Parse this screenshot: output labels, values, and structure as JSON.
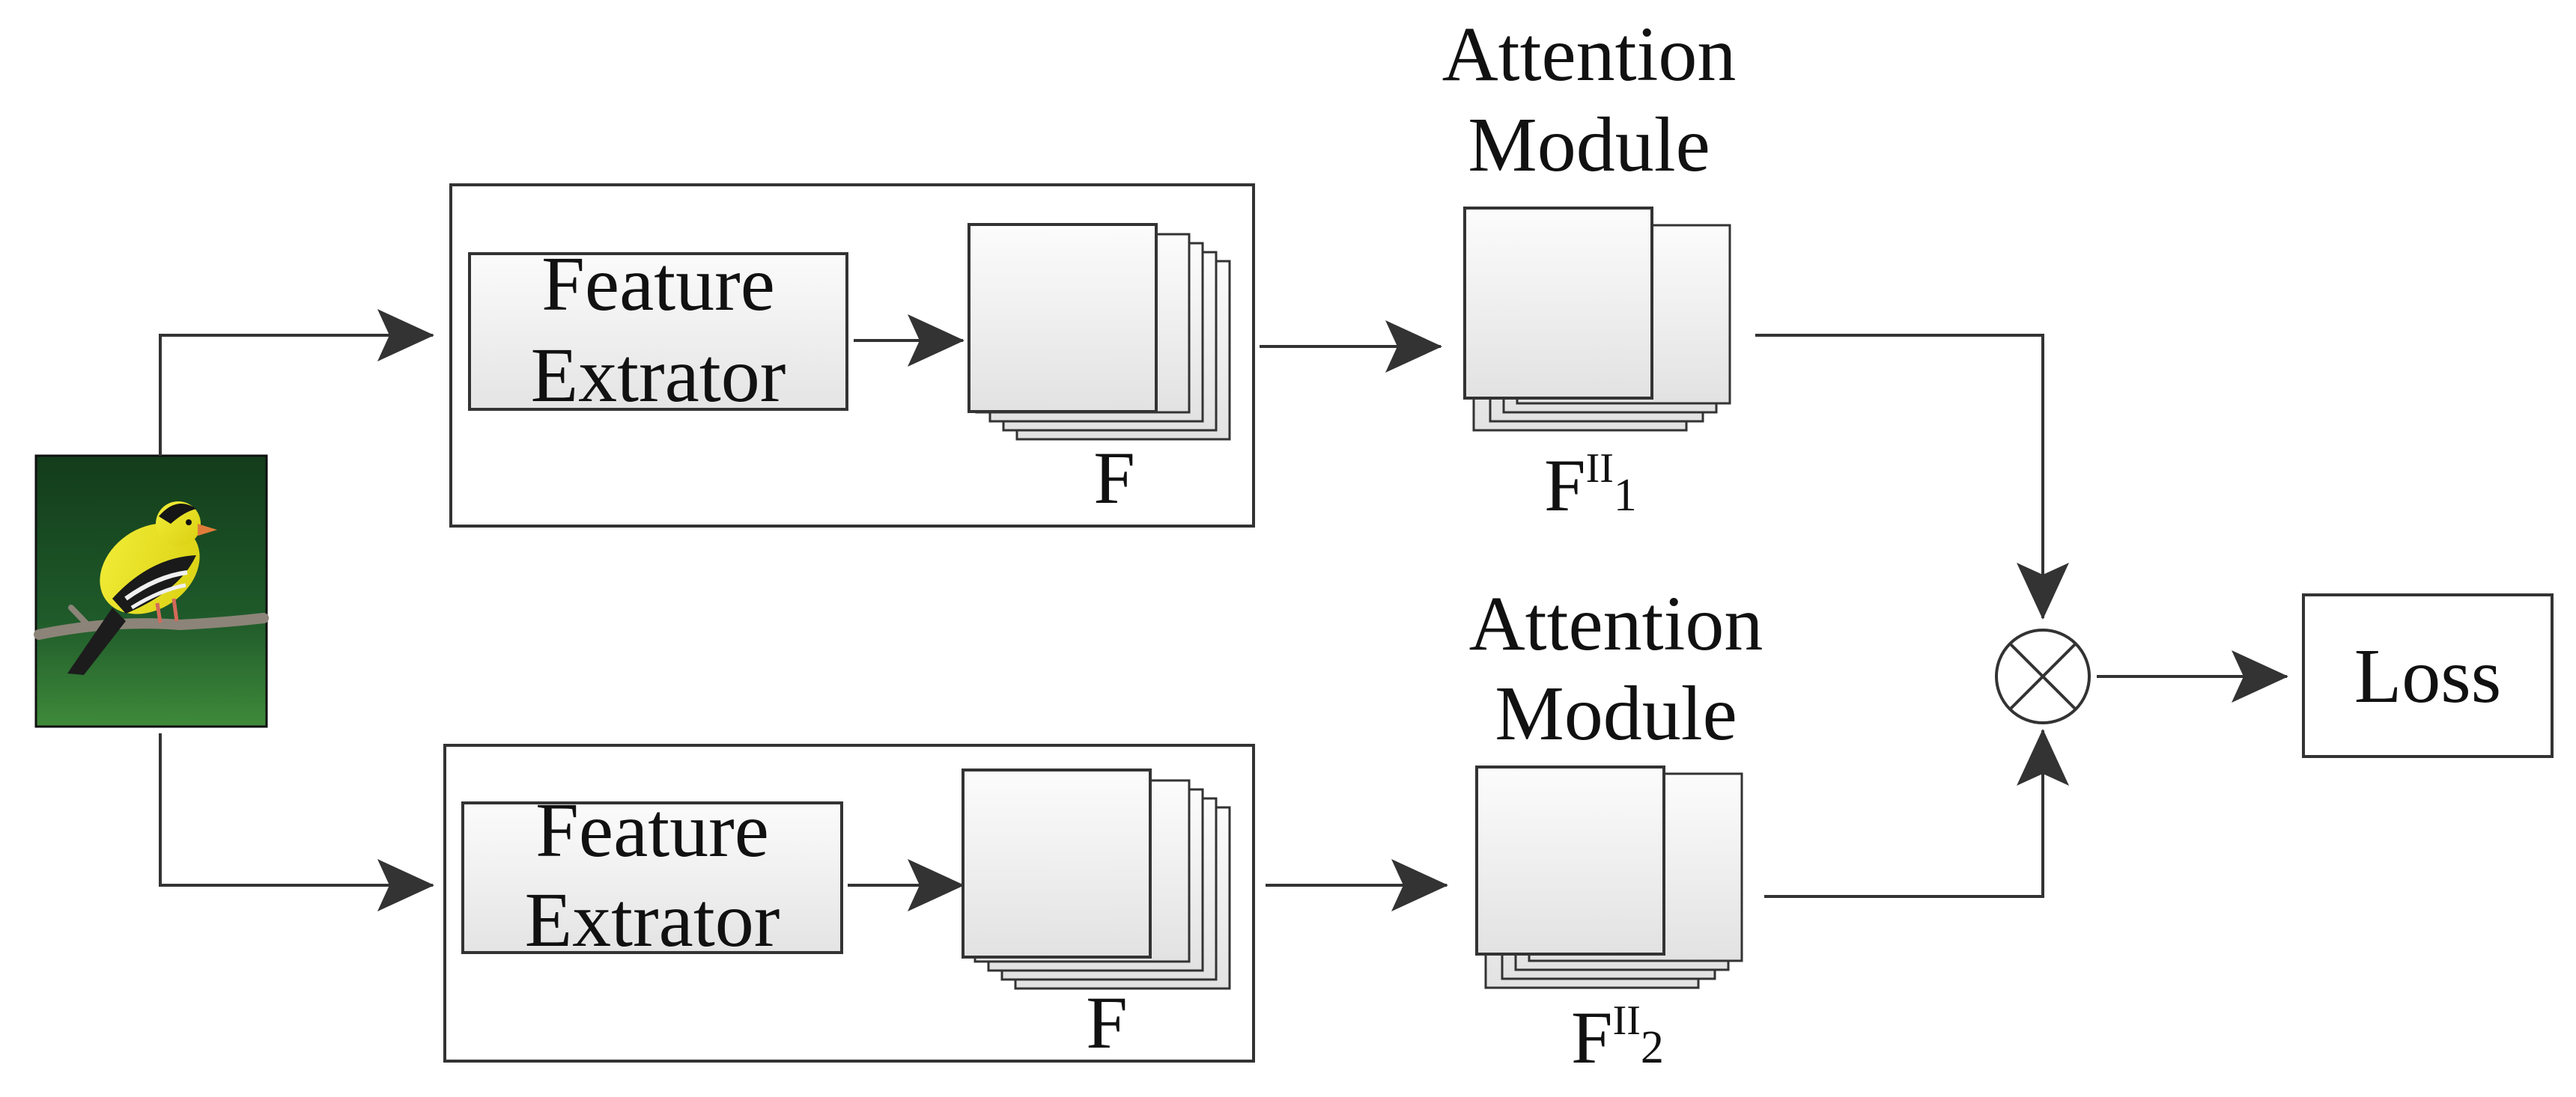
{
  "colors": {
    "line": "#333333",
    "box_border": "#333333",
    "box_fill_top": "#fbfbfb",
    "box_fill_bottom": "#e4e4e4",
    "bird_background": "#1f5a2a",
    "bird_body": "#e8e31a"
  },
  "input_image": {
    "subject": "yellow bird on a branch (photo)"
  },
  "top_branch": {
    "feature_extractor": {
      "line1": "Feature",
      "line2": "Extrator"
    },
    "feature_map_label": "F",
    "attention": {
      "title_line1": "Attention",
      "title_line2": "Module"
    },
    "attention_output_label": {
      "base": "F",
      "sup": "II",
      "sub": "1"
    }
  },
  "bottom_branch": {
    "feature_extractor": {
      "line1": "Feature",
      "line2": "Extrator"
    },
    "feature_map_label": "F",
    "attention": {
      "title_line1": "Attention",
      "title_line2": "Module"
    },
    "attention_output_label": {
      "base": "F",
      "sup": "II",
      "sub": "2"
    }
  },
  "combine": {
    "operator_icon": "circled-times-icon"
  },
  "loss_box": {
    "label": "Loss"
  }
}
